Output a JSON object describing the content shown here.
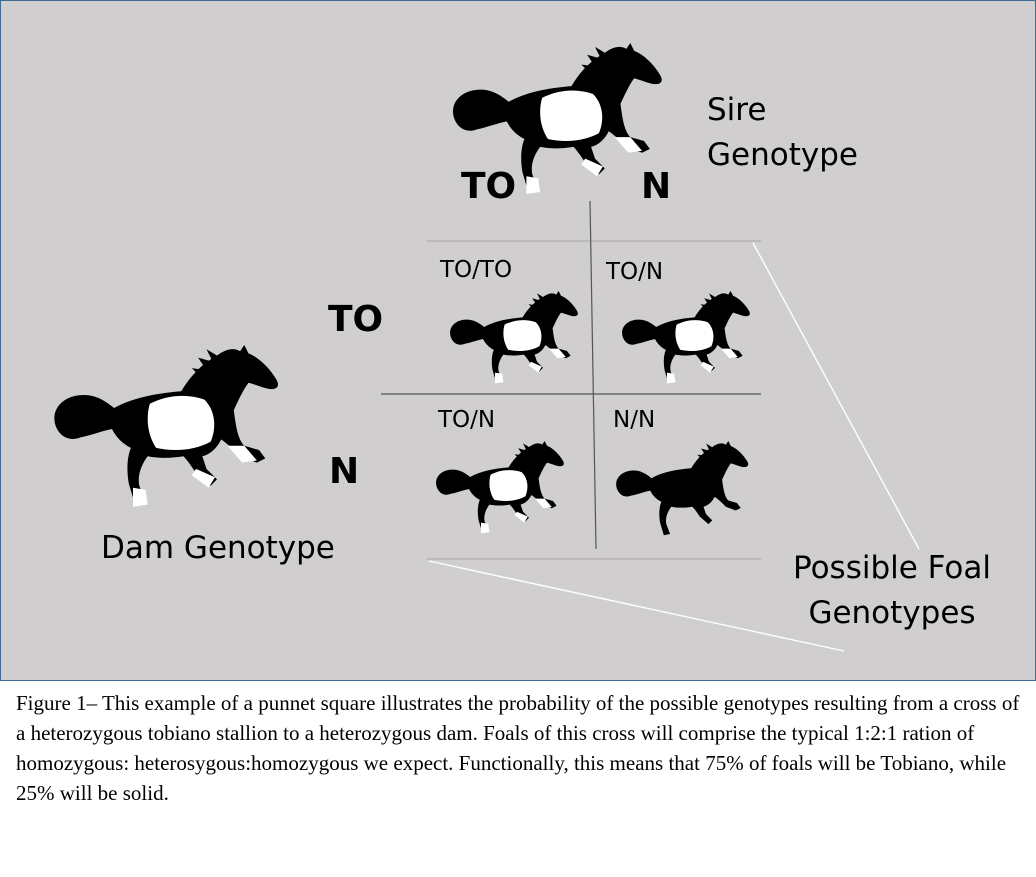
{
  "labels": {
    "sire_genotype": "Sire Genotype",
    "dam_genotype": "Dam Genotype",
    "possible_foal_genotypes": "Possible Foal Genotypes"
  },
  "sire_alleles": [
    "TO",
    "N"
  ],
  "dam_alleles": [
    "TO",
    "N"
  ],
  "offspring": [
    {
      "genotype": "TO/TO",
      "pattern": "tobiano"
    },
    {
      "genotype": "TO/N",
      "pattern": "tobiano"
    },
    {
      "genotype": "TO/N",
      "pattern": "tobiano"
    },
    {
      "genotype": "N/N",
      "pattern": "solid"
    }
  ],
  "caption": "Figure 1– This example of a punnet square illustrates the probability of the possible genotypes resulting from a cross of a heterozygous tobiano stallion to a heterozygous dam.  Foals of this cross will comprise the typical 1:2:1 ration of homozygous: heterosygous:homozygous we expect.  Functionally, this means that 75% of foals will be Tobiano, while 25% will be solid.",
  "colors": {
    "panel_background": "#d0cece",
    "panel_border": "#3f6b95",
    "coat_dark": "#000000",
    "coat_white": "#ffffff"
  },
  "icons": {
    "sire": "horse-icon",
    "dam": "horse-icon",
    "foal": "horse-icon"
  }
}
